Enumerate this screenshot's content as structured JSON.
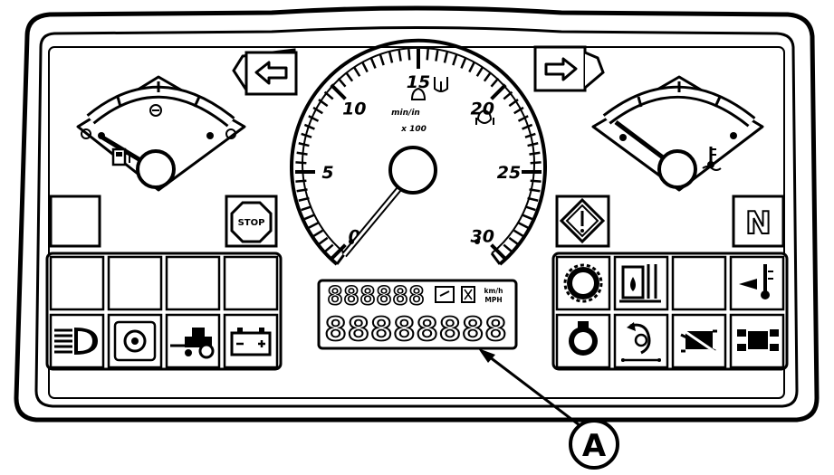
{
  "tachometer": {
    "tick_labels": [
      "0",
      "5",
      "10",
      "15",
      "20",
      "25",
      "30"
    ],
    "unit_line1": "min/in",
    "unit_line2": "x 100",
    "needle_value": 0
  },
  "warning_icons": {
    "stop": "STOP",
    "neutral": "N"
  },
  "display": {
    "top_digits": "888888",
    "bottom_digits": "88888888",
    "unit_speed": "km/h",
    "unit_rpm": "MPH"
  },
  "callout": {
    "label": "A"
  },
  "icons": {
    "turn_left": "turn-left-arrow-icon",
    "turn_right": "turn-right-arrow-icon",
    "fuel": "fuel-pump-icon",
    "temp": "coolant-temperature-icon",
    "stop": "stop-sign-icon",
    "warning": "master-warning-icon",
    "neutral": "neutral-icon",
    "headlight": "headlight-icon",
    "transmission": "transmission-icon",
    "tractor": "tractor-tow-icon",
    "battery": "battery-icon",
    "air_filter": "air-filter-icon",
    "hydraulic_oil": "hydraulic-oil-icon",
    "oil_temp": "oil-temperature-icon",
    "engine_oil": "engine-oil-icon",
    "pto": "pto-icon",
    "diff_lock_off": "differential-lock-off-icon",
    "four_wd": "four-wheel-drive-icon"
  }
}
